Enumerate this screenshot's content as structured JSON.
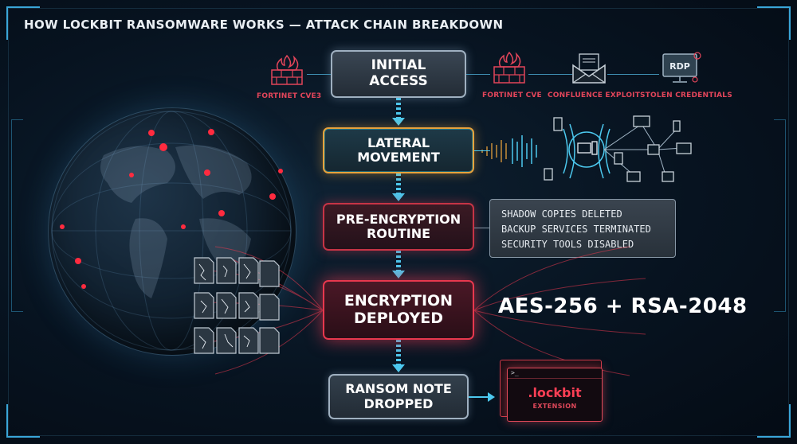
{
  "title": "HOW LOCKBIT RANSOMWARE WORKS — ATTACK CHAIN BREAKDOWN",
  "stages": {
    "initial_access": "INITIAL\nACCESS",
    "lateral_movement": "LATERAL\nMOVEMENT",
    "pre_encryption": "PRE-ENCRYPTION\nROUTINE",
    "encryption": "ENCRYPTION\nDEPLOYED",
    "ransom_note": "RANSOM NOTE\nDROPPED"
  },
  "access_vectors": {
    "fortinet_left": "FORTINET CVE3",
    "fortinet_right": "FORTINET CVE",
    "confluence": "CONFLUENCE EXPLOIT",
    "stolen_creds": "STOLEN CREDENTIALS",
    "rdp_badge": "RDP"
  },
  "pre_encryption_steps": [
    "SHADOW COPIES DELETED",
    "BACKUP SERVICES TERMINATED",
    "SECURITY TOOLS DISABLED"
  ],
  "encryption_algorithms": "AES-256 + RSA-2048",
  "ransom_terminal": {
    "prompt": ">_",
    "extension": ".lockbit",
    "caption": "EXTENSION"
  },
  "colors": {
    "accent_cyan": "#4cc8ee",
    "alert_red": "#e8384e",
    "lateral_orange": "#e7a23c",
    "background": "#071320"
  },
  "icons": [
    "firewall-icon",
    "firewall-icon",
    "envelope-icon",
    "rdp-monitor-icon",
    "bug-icon",
    "network-devices-icon",
    "cracked-file-icon",
    "globe-icon"
  ]
}
